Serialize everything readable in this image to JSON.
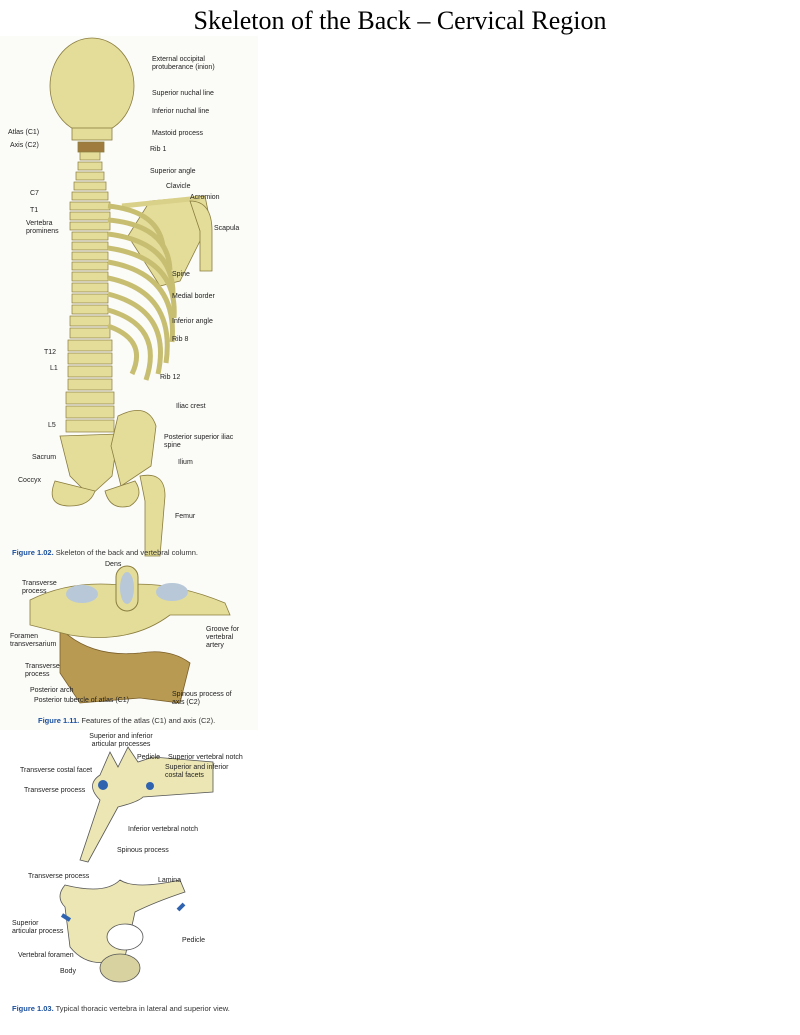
{
  "page_title": "Skeleton of the Back – Cervical Region",
  "figures": [
    {
      "caption_number": "Figure 1.02.",
      "caption_text": "Skeleton of the back and vertebral column.",
      "labels": {
        "inion": "External occipital protuberance (inion)",
        "superior_nuchal": "Superior nuchal line",
        "inferior_nuchal": "Inferior nuchal line",
        "mastoid": "Mastoid process",
        "atlas": "Atlas (C1)",
        "axis": "Axis (C2)",
        "rib1": "Rib 1",
        "superior_angle": "Superior angle",
        "clavicle": "Clavicle",
        "acromion": "Acromion",
        "c7": "C7",
        "t1": "T1",
        "vertebra_prominens": "Vertebra prominens",
        "scapula": "Scapula",
        "spine": "Spine",
        "medial_border": "Medial border",
        "inferior_angle": "Inferior angle",
        "rib8": "Rib 8",
        "t12": "T12",
        "l1": "L1",
        "rib12": "Rib 12",
        "iliac_crest": "Iliac crest",
        "psis": "Posterior superior iliac spine",
        "l5": "L5",
        "sacrum": "Sacrum",
        "ilium": "Ilium",
        "coccyx": "Coccyx",
        "femur": "Femur"
      }
    },
    {
      "caption_number": "Figure 1.11.",
      "caption_text": "Features of the atlas (C1) and axis (C2).",
      "labels": {
        "dens": "Dens",
        "transverse_process_1": "Transverse process",
        "foramen": "Foramen transversarium",
        "groove": "Groove for vertebral artery",
        "transverse_process_2": "Transverse process",
        "posterior_arch": "Posterior arch",
        "posterior_tubercle": "Posterior tubercle of atlas (C1)",
        "spinous_axis": "Spinous process of axis (C2)"
      }
    },
    {
      "caption_number": "Figure 1.03.",
      "caption_text": "Typical thoracic vertebra in lateral and superior view.",
      "labels": {
        "articular_processes": "Superior and inferior articular processes",
        "pedicle_1": "Pedicle",
        "sup_vertebral_notch": "Superior vertebral notch",
        "costal_facets": "Superior and inferior costal facets",
        "transverse_costal_facet": "Transverse costal facet",
        "transverse_process_1": "Transverse process",
        "inf_vertebral_notch": "Inferior vertebral notch",
        "spinous_process": "Spinous process",
        "transverse_process_2": "Transverse process",
        "lamina": "Lamina",
        "superior_articular": "Superior articular process",
        "pedicle_2": "Pedicle",
        "vertebral_foramen": "Vertebral foramen",
        "body": "Body"
      }
    }
  ],
  "colors": {
    "bone": "#e4dd9a",
    "bone_dark": "#b9a862",
    "axis_brown": "#a07b3e",
    "cartilage": "#2f63b0",
    "caption_blue": "#1a4f9c"
  }
}
